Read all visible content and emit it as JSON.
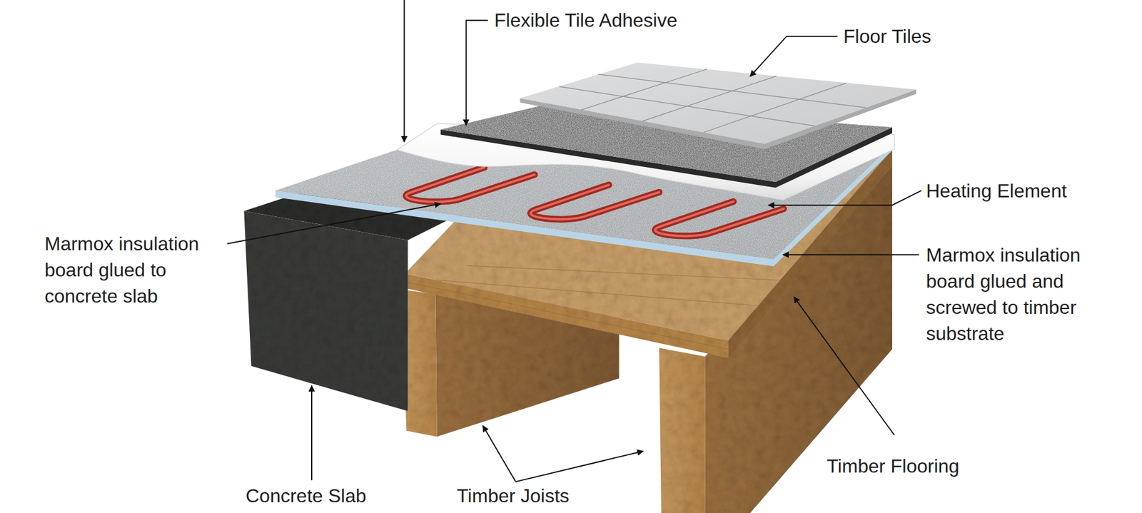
{
  "diagram": {
    "labels": [
      "Flexible Tile Adhesive",
      "Floor Tiles",
      "Heating Element",
      "Marmox insulation board glued to concrete slab",
      "Marmox insulation board glued and screwed to timber substrate",
      "Timber Flooring",
      "Concrete Slab",
      "Timber Joists"
    ]
  }
}
